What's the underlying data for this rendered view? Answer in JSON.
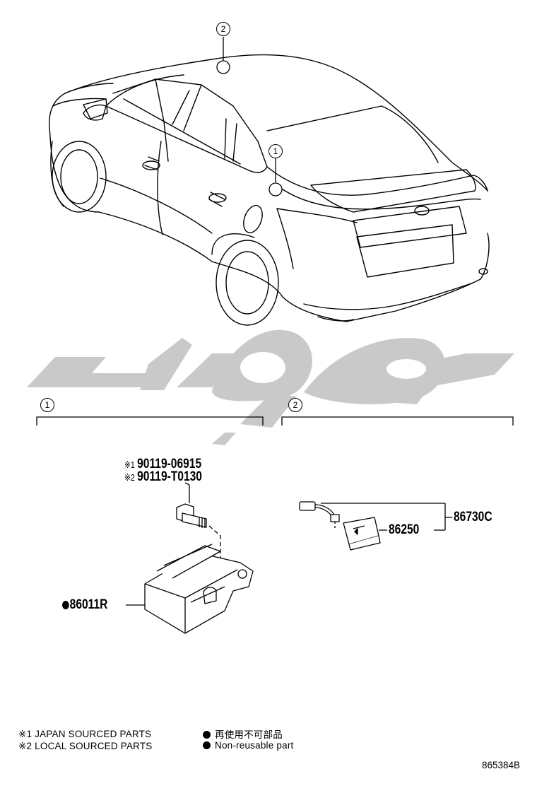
{
  "callouts": {
    "car_top": "2",
    "car_side": "1",
    "section1": "1",
    "section2": "2"
  },
  "section1": {
    "bolt_ref1_mark": "※1",
    "bolt_ref1": "90119-06915",
    "bolt_ref2_mark": "※2",
    "bolt_ref2": "90119-T0130",
    "ecu_part": "86011R"
  },
  "section2": {
    "assembly_part": "86730C",
    "antenna_part": "86250"
  },
  "notes": {
    "japan": "※1 JAPAN SOURCED PARTS",
    "local": "※2 LOCAL SOURCED PARTS",
    "nonreusable_jp": "再使用不可部品",
    "nonreusable_en": "Non-reusable part"
  },
  "diagram_id": "865384B",
  "watermark_color": "#c8c8c8"
}
